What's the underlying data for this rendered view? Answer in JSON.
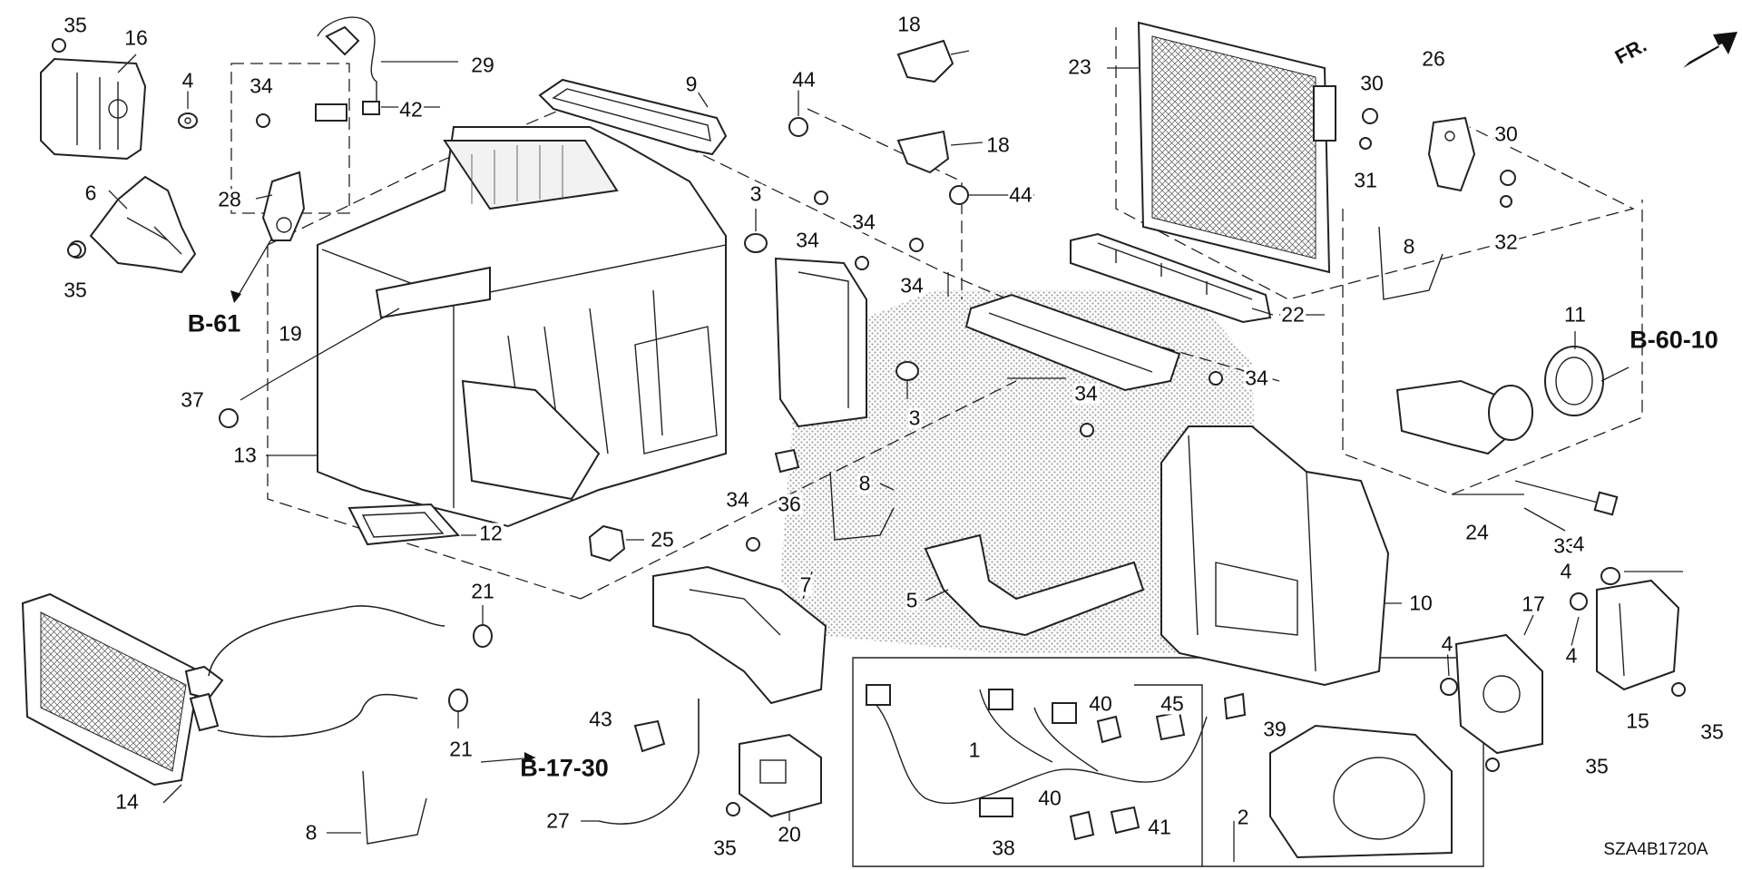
{
  "diagram": {
    "callouts": [
      {
        "id": "c35a",
        "text": "35"
      },
      {
        "id": "c16",
        "text": "16"
      },
      {
        "id": "c4a",
        "text": "4"
      },
      {
        "id": "c34a",
        "text": "34"
      },
      {
        "id": "c29",
        "text": "29"
      },
      {
        "id": "c42",
        "text": "42"
      },
      {
        "id": "c9",
        "text": "9"
      },
      {
        "id": "c44a",
        "text": "44"
      },
      {
        "id": "c18a",
        "text": "18"
      },
      {
        "id": "c18b",
        "text": "18"
      },
      {
        "id": "c23",
        "text": "23"
      },
      {
        "id": "c30a",
        "text": "30"
      },
      {
        "id": "c26",
        "text": "26"
      },
      {
        "id": "c31",
        "text": "31"
      },
      {
        "id": "c30b",
        "text": "30"
      },
      {
        "id": "c32",
        "text": "32"
      },
      {
        "id": "c6",
        "text": "6"
      },
      {
        "id": "c28",
        "text": "28"
      },
      {
        "id": "c35b",
        "text": "35"
      },
      {
        "id": "c3a",
        "text": "3"
      },
      {
        "id": "c34b",
        "text": "34"
      },
      {
        "id": "c34c",
        "text": "34"
      },
      {
        "id": "c44b",
        "text": "44"
      },
      {
        "id": "c34d",
        "text": "34"
      },
      {
        "id": "c8a",
        "text": "8"
      },
      {
        "id": "c22",
        "text": "22"
      },
      {
        "id": "c11",
        "text": "11"
      },
      {
        "id": "c19",
        "text": "19"
      },
      {
        "id": "c37",
        "text": "37"
      },
      {
        "id": "c3b",
        "text": "3"
      },
      {
        "id": "c34e",
        "text": "34"
      },
      {
        "id": "c34f",
        "text": "34"
      },
      {
        "id": "c13",
        "text": "13"
      },
      {
        "id": "c36",
        "text": "36"
      },
      {
        "id": "c8b",
        "text": "8"
      },
      {
        "id": "c33",
        "text": "33"
      },
      {
        "id": "c24",
        "text": "24"
      },
      {
        "id": "c34g",
        "text": "34"
      },
      {
        "id": "c12",
        "text": "12"
      },
      {
        "id": "c25",
        "text": "25"
      },
      {
        "id": "c7",
        "text": "7"
      },
      {
        "id": "c5",
        "text": "5"
      },
      {
        "id": "c10",
        "text": "10"
      },
      {
        "id": "c4b",
        "text": "4"
      },
      {
        "id": "c17",
        "text": "17"
      },
      {
        "id": "c4c",
        "text": "4"
      },
      {
        "id": "c4d",
        "text": "4"
      },
      {
        "id": "c4e",
        "text": "4"
      },
      {
        "id": "c21a",
        "text": "21"
      },
      {
        "id": "c21b",
        "text": "21"
      },
      {
        "id": "c40a",
        "text": "40"
      },
      {
        "id": "c45",
        "text": "45"
      },
      {
        "id": "c39",
        "text": "39"
      },
      {
        "id": "c1",
        "text": "1"
      },
      {
        "id": "c43",
        "text": "43"
      },
      {
        "id": "c15",
        "text": "15"
      },
      {
        "id": "c35c",
        "text": "35"
      },
      {
        "id": "c35d",
        "text": "35"
      },
      {
        "id": "c14",
        "text": "14"
      },
      {
        "id": "c8c",
        "text": "8"
      },
      {
        "id": "c27",
        "text": "27"
      },
      {
        "id": "c35e",
        "text": "35"
      },
      {
        "id": "c20",
        "text": "20"
      },
      {
        "id": "c38",
        "text": "38"
      },
      {
        "id": "c40b",
        "text": "40"
      },
      {
        "id": "c41",
        "text": "41"
      },
      {
        "id": "c2",
        "text": "2"
      }
    ],
    "references": [
      {
        "id": "b61",
        "text": "B-61"
      },
      {
        "id": "b6010",
        "text": "B-60-10"
      },
      {
        "id": "b1730",
        "text": "B-17-30"
      }
    ],
    "direction_label": "FR.",
    "drawing_code": "SZA4B1720A"
  }
}
